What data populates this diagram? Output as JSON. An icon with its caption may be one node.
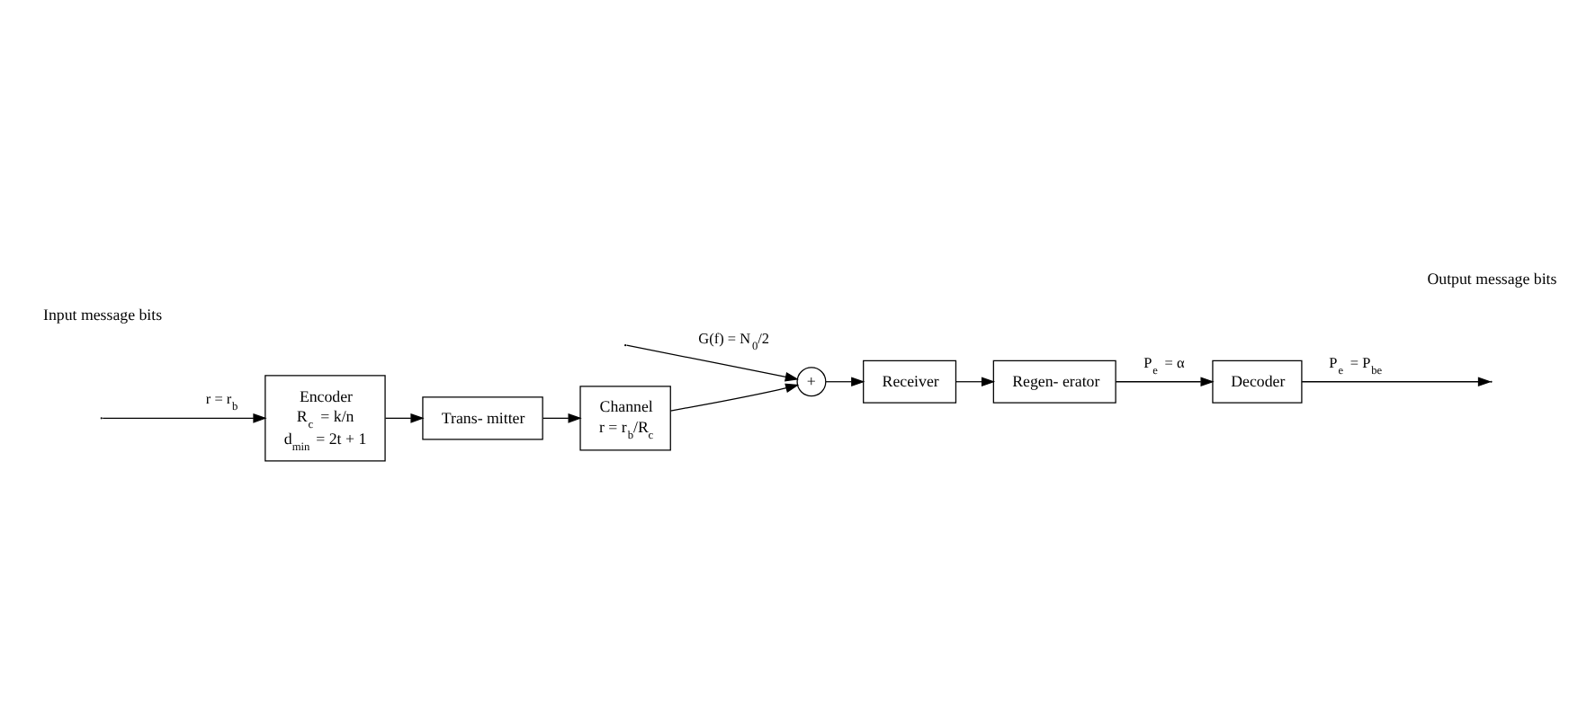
{
  "diagram": {
    "nodes": [
      {
        "text": [
          "Encoder",
          "R$_{c}$ = k/n",
          "d$_{min}$ = 2t + 1"
        ]
      },
      {
        "text": [
          "Trans- mitter"
        ]
      },
      {
        "text": [
          "Channel",
          "r = r$_{b}$/R$_{c}$"
        ]
      },
      {
        "text": [
          "+"
        ]
      },
      {
        "text": [
          "Receiver"
        ]
      },
      {
        "text": [
          "Regen- erator"
        ]
      },
      {
        "text": [
          "Decoder"
        ]
      }
    ],
    "edges": [
      {
        "from": null,
        "to": 0,
        "arrow": "to",
        "label": "r = r$_{b}$"
      },
      {
        "from": 0,
        "to": 1,
        "arrow": "to"
      },
      {
        "from": 1,
        "to": 2,
        "arrow": "to"
      },
      {
        "from": 2,
        "to": 3,
        "arrow": "to"
      },
      {
        "from": 3,
        "to": 4,
        "arrow": "to"
      },
      {
        "from": 4,
        "to": 5,
        "arrow": "to"
      },
      {
        "from": 5,
        "to": 6,
        "arrow": "to",
        "label": "P$_{e}$ = α"
      },
      {
        "from": 6,
        "to": null,
        "arrow": "to",
        "label": "P$_{e}$ = P$_{be}$"
      },
      {
        "from": null,
        "to": 3,
        "arrow": "to",
        "label": "G(f) = N$_{0}$/2"
      }
    ],
    "labels": [
      "Input message bits",
      "Output message bits"
    ]
  }
}
